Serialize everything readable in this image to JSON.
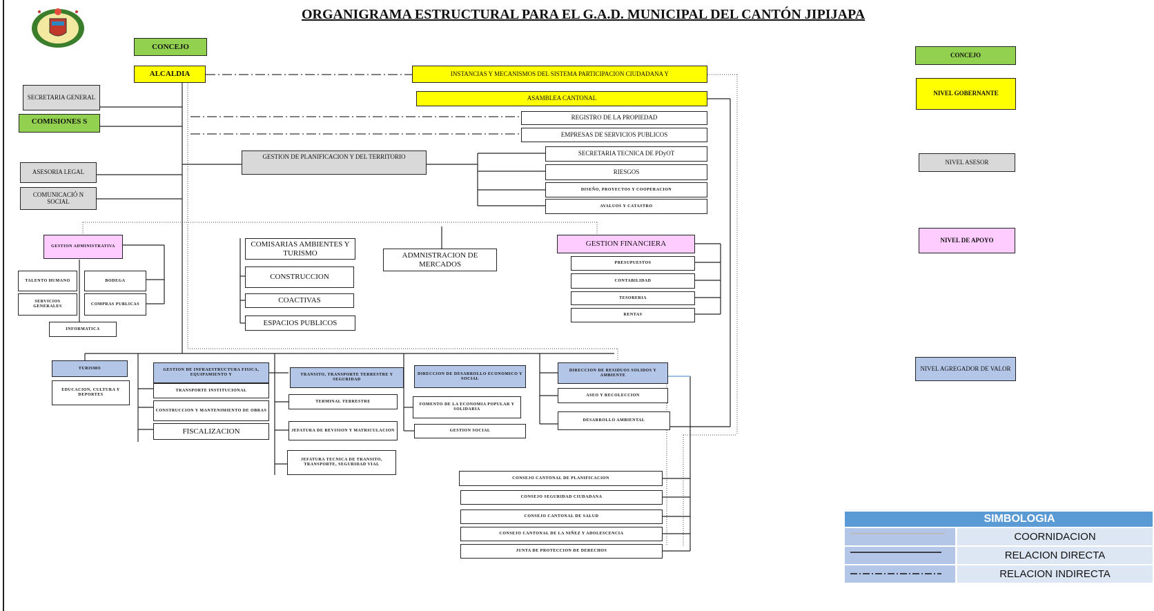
{
  "title": "ORGANIGRAMA ESTRUCTURAL PARA EL G.A.D. MUNICIPAL DEL CANTÓN JIPIJAPA",
  "colors": {
    "green": "#92d050",
    "yellow": "#ffff00",
    "gray": "#d9d9d9",
    "pink": "#ffccff",
    "blue": "#b4c6e7",
    "legend_header": "#5b9bd5"
  },
  "logo_icon": "municipal-coat-of-arms",
  "top": {
    "concejo": "CONCEJO",
    "alcaldia": "ALCALDIA",
    "instancias": "INSTANCIAS Y MECANISMOS DEL SISTEMA PARTICIPACION CIUDADANA Y",
    "asamblea": "ASAMBLEA CANTONAL",
    "registro": "REGISTRO DE LA PROPIEDAD",
    "empresas": "EMPRESAS DE SERVICIOS PUBLICOS"
  },
  "advisors": {
    "secretaria": "SECRETARIA GENERAL",
    "comisiones": "COMISIONES S",
    "asesoria": "ASESORIA LEGAL",
    "comunicacion": "COMUNICACIÓ N SOCIAL"
  },
  "planificacion": {
    "title": "GESTION DE PLANIFICACION Y DEL TERRITORIO",
    "units": [
      "SECRETARIA TECNICA DE PDyOT",
      "RIESGOS",
      "DISEÑO, PROYECTOS Y COOPERACION",
      "AVALUOS Y CATASTRO"
    ]
  },
  "administrativa": {
    "title": "GESTION ADMINISTRATIVA",
    "units": [
      "TALENTO HUMANO",
      "BODEGA",
      "SERVICIOS GENERALES",
      "COMPRAS PUBLICAS",
      "INFORMATICA"
    ]
  },
  "middle": [
    "COMISARIAS AMBIENTES Y TURISMO",
    "CONSTRUCCION",
    "COACTIVAS",
    "ESPACIOS PUBLICOS"
  ],
  "mercados": "ADMNISTRACION DE MERCADOS",
  "financiera": {
    "title": "GESTION FINANCIERA",
    "units": [
      "PRESUPUESTOS",
      "CONTABILIDAD",
      "TESORERIA",
      "RENTAS"
    ]
  },
  "turismo": {
    "title": "TURISMO",
    "units": [
      "EDUCACION, CULTURA Y DEPORTES"
    ]
  },
  "infraestructura": {
    "title": "GESTION DE INFRAESTRUCTURA FISICA, EQUIPAMIENTO Y",
    "units": [
      "TRANSPORTE INSTITUCIONAL",
      "CONSTRUCCION Y MANTENIMIENTO DE OBRAS",
      "FISCALIZACION"
    ]
  },
  "transito": {
    "title": "TRANSITO, TRANSPORTE TERRESTRE Y SEGURIDAD",
    "units": [
      "TERMINAL TERRESTRE",
      "JEFATURA DE REVISION Y MATRICULACION",
      "JEFATURA TECNICA DE TRANSITO, TRANSPORTE, SEGURIDAD VIAL"
    ]
  },
  "desarrollo": {
    "title": "DIRECCION DE DESARROLLO ECONOMICO Y SOCIAL",
    "units": [
      "FOMENTO DE LA ECONOMIA POPULAR Y SOLIDARIA",
      "GESTION SOCIAL"
    ]
  },
  "residuos": {
    "title": "DIRECCION DE RESIDUOS SOLIDOS Y AMBIENTE",
    "units": [
      "ASEO Y RECOLECCION",
      "DESARROLLO AMBIENTAL"
    ]
  },
  "consejos": [
    "CONSEJO CANTONAL DE PLANIFICACION",
    "CONSEJO SEGURIDAD CIUDADANA",
    "CONSEJO CANTONAL DE SALUD",
    "CONSEJO CANTONAL DE LA NIÑEZ Y ADOLESCENCIA",
    "JUNTA DE PROTECCION DE DERECHOS"
  ],
  "levels": {
    "concejo": "CONCEJO",
    "gobernante": "NIVEL GOBERNANTE",
    "asesor": "NIVEL ASESOR",
    "apoyo": "NIVEL DE APOYO",
    "agregador": "NIVEL AGREGADOR DE VALOR"
  },
  "legend": {
    "title": "SIMBOLOGIA",
    "items": [
      "COORNIDACION",
      "RELACION DIRECTA",
      "RELACION INDIRECTA"
    ]
  }
}
